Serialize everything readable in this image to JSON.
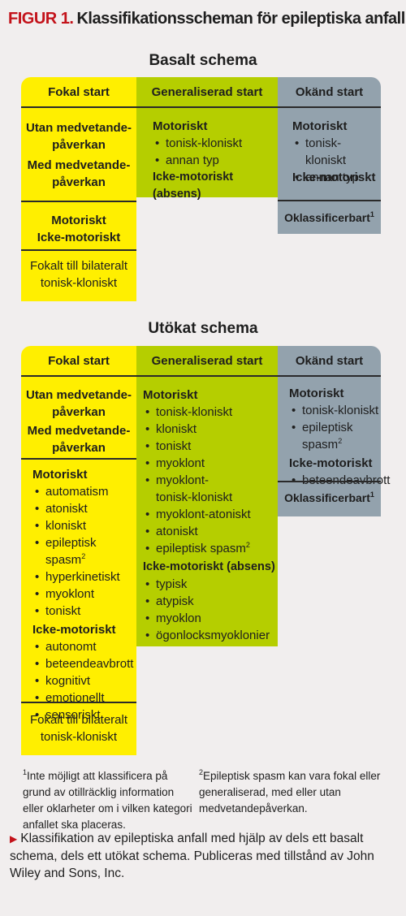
{
  "figure": {
    "label": "FIGUR 1.",
    "title": "Klassifikationsscheman för epileptiska anfall"
  },
  "basic": {
    "heading": "Basalt schema",
    "focal": {
      "header": "Fokal start",
      "awareness_1": "Utan medvetande-\npåverkan",
      "awareness_2": "Med medvetande-\npåverkan",
      "motor_lines": "Motoriskt\nIcke-motoriskt",
      "bilateral": "Fokalt till bilateralt\ntonisk-kloniskt"
    },
    "generalized": {
      "header": "Generaliserad start",
      "motor_title": "Motoriskt",
      "motor_items": [
        "tonisk-kloniskt",
        "annan typ"
      ],
      "nonmotor_title": "Icke-motoriskt (absens)"
    },
    "unknown": {
      "header": "Okänd start",
      "motor_title": "Motoriskt",
      "motor_items": [
        "tonisk-kloniskt",
        "annan typ"
      ],
      "nonmotor_title": "Icke-motoriskt",
      "unclassified": "Oklassificerbart",
      "unclassified_sup": "1"
    }
  },
  "extended": {
    "heading": "Utökat schema",
    "focal": {
      "header": "Fokal start",
      "awareness_1": "Utan medvetande-\npåverkan",
      "awareness_2": "Med medvetande-\npåverkan",
      "motor_title": "Motoriskt",
      "motor_items": [
        "automatism",
        "atoniskt",
        "kloniskt",
        "epileptisk spasm",
        "hyperkinetiskt",
        "myoklont",
        "toniskt"
      ],
      "motor_sup_index": 3,
      "nonmotor_title": "Icke-motoriskt",
      "nonmotor_items": [
        "autonomt",
        "beteendeavbrott",
        "kognitivt",
        "emotionellt",
        "sensoriskt"
      ],
      "bilateral": "Fokalt till bilateralt\ntonisk-kloniskt"
    },
    "generalized": {
      "header": "Generaliserad start",
      "motor_title": "Motoriskt",
      "motor_items": [
        "tonisk-kloniskt",
        "kloniskt",
        "toniskt",
        "myoklont",
        "myoklont-\ntonisk-kloniskt",
        "myoklont-atoniskt",
        "atoniskt",
        "epileptisk spasm"
      ],
      "motor_sup_index": 7,
      "nonmotor_title": "Icke-motoriskt (absens)",
      "nonmotor_items": [
        "typisk",
        "atypisk",
        "myoklon",
        "ögonlocksmyoklonier"
      ]
    },
    "unknown": {
      "header": "Okänd start",
      "motor_title": "Motoriskt",
      "motor_items": [
        "tonisk-kloniskt",
        "epileptisk spasm"
      ],
      "motor_sup_index": 1,
      "nonmotor_title": "Icke-motoriskt",
      "nonmotor_items": [
        "beteendeavbrott"
      ],
      "unclassified": "Oklassificerbart",
      "unclassified_sup": "1"
    }
  },
  "footnotes": {
    "sup_mark": "2",
    "fn1_mark": "1",
    "fn1_text": "Inte möjligt att klassificera på grund av otillräcklig information eller oklarheter om i vilken kategori anfallet ska placeras.",
    "fn2_mark": "2",
    "fn2_text": "Epileptisk spasm kan vara fokal eller generaliserad, med eller utan medvetandepåverkan."
  },
  "caption": "Klassifikation av epileptiska anfall med hjälp av dels ett basalt schema, dels ett utökat schema. Publiceras med tillstånd av John Wiley and Sons, Inc.",
  "colors": {
    "focal": "#ffef00",
    "generalized": "#b5ce00",
    "unknown": "#93a2ad",
    "accent": "#c3121a"
  }
}
